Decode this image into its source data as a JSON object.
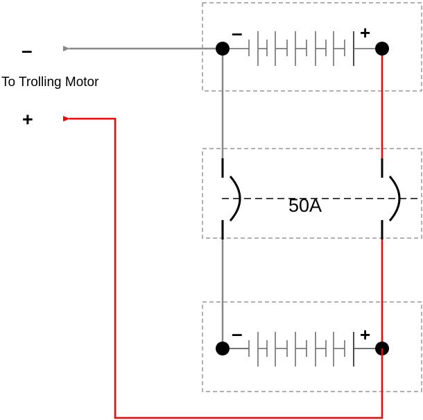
{
  "diagram": {
    "title": "Trolling motor battery wiring with 50A breaker",
    "labels": {
      "motor_label": "To Trolling Motor",
      "motor_negative": "–",
      "motor_positive": "+",
      "breaker_rating": "50A",
      "battery_top_negative": "–",
      "battery_top_positive": "+",
      "battery_bottom_negative": "–",
      "battery_bottom_positive": "+"
    },
    "colors": {
      "negative_wire": "#888888",
      "positive_wire": "#ff0000",
      "terminal": "#000000",
      "enclosure_border": "#808080"
    },
    "components": [
      {
        "id": "battery-top",
        "type": "battery",
        "cells": 6
      },
      {
        "id": "breaker-50a",
        "type": "dual-pole circuit breaker",
        "rating": "50A"
      },
      {
        "id": "battery-bottom",
        "type": "battery",
        "cells": 6
      }
    ]
  }
}
